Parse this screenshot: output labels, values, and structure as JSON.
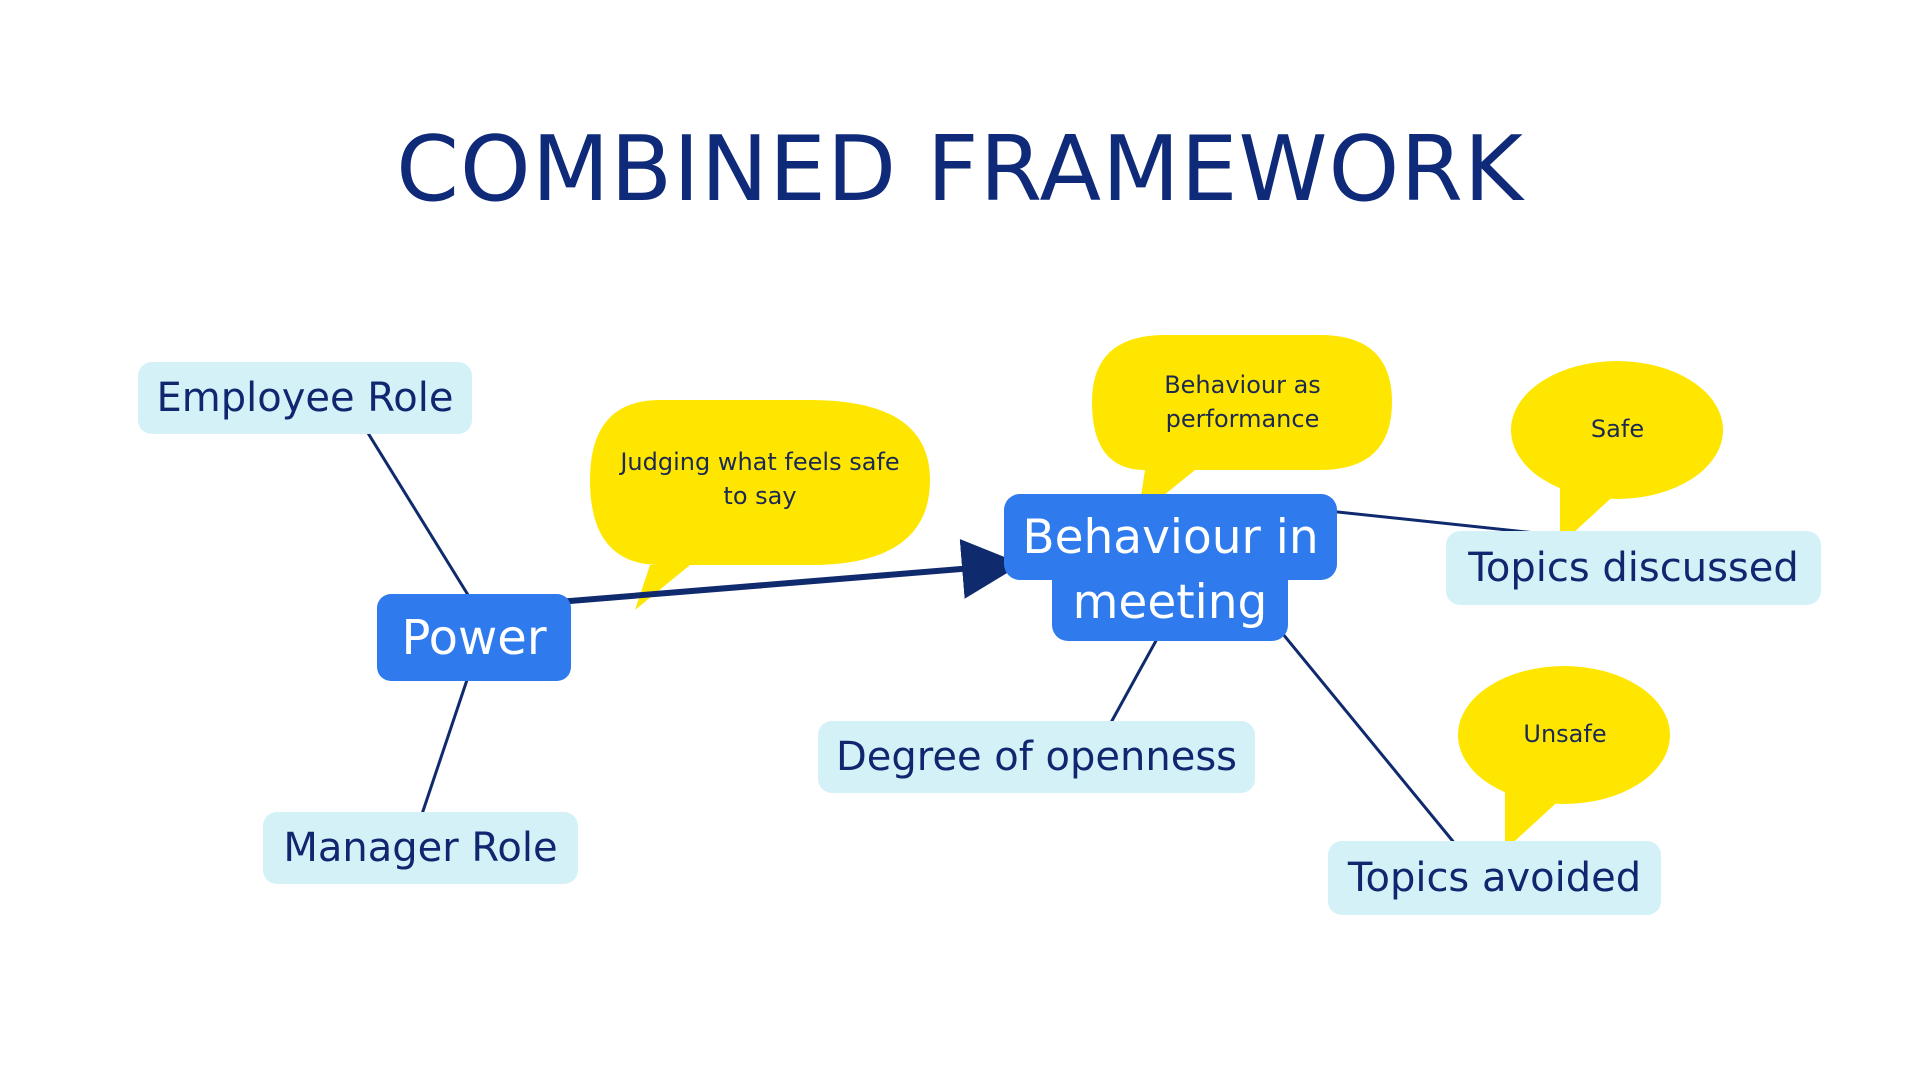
{
  "title": "COMBINED FRAMEWORK",
  "colors": {
    "title": "#0e2a78",
    "core_node": "#2f7bed",
    "factor_node": "#d3f1f7",
    "factor_text": "#102770",
    "bubble": "#ffe600",
    "line": "#102a6e"
  },
  "nodes": {
    "employee_role": "Employee Role",
    "power": "Power",
    "manager_role": "Manager Role",
    "behaviour_line1": "Behaviour in",
    "behaviour_line2": "meeting",
    "degree_of_openness": "Degree of openness",
    "topics_discussed": "Topics discussed",
    "topics_avoided": "Topics avoided"
  },
  "bubbles": {
    "judging_line1": "Judging what feels safe",
    "judging_line2": "to say",
    "performance_line1": "Behaviour as",
    "performance_line2": "performance",
    "safe": "Safe",
    "unsafe": "Unsafe"
  }
}
